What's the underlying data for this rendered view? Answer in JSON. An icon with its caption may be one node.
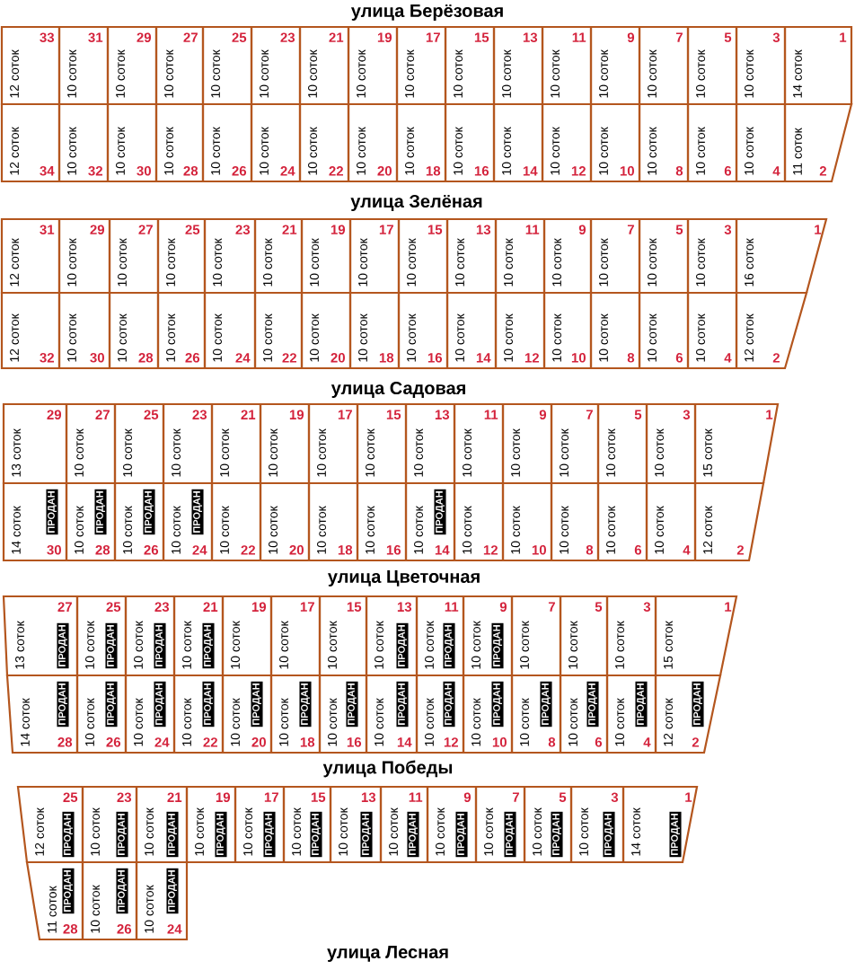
{
  "diagram": {
    "nodes": [
      {
        "text": [
          "33",
          "12 соток"
        ]
      },
      {
        "text": [
          "31",
          "10 соток"
        ]
      },
      {
        "text": [
          "29",
          "10 соток"
        ]
      },
      {
        "text": [
          "27",
          "10 соток"
        ]
      },
      {
        "text": [
          "25",
          "10 соток"
        ]
      },
      {
        "text": [
          "23",
          "10 соток"
        ]
      },
      {
        "text": [
          "21",
          "10 соток"
        ]
      },
      {
        "text": [
          "19",
          "10 соток"
        ]
      },
      {
        "text": [
          "17",
          "10 соток"
        ]
      },
      {
        "text": [
          "15",
          "10 соток"
        ]
      },
      {
        "text": [
          "13",
          "10 соток"
        ]
      },
      {
        "text": [
          "11",
          "10 соток"
        ]
      },
      {
        "text": [
          "9",
          "10 соток"
        ]
      },
      {
        "text": [
          "7",
          "10 соток"
        ]
      },
      {
        "text": [
          "5",
          "10 соток"
        ]
      },
      {
        "text": [
          "3",
          "10 соток"
        ]
      },
      {
        "text": [
          "1",
          "14 соток"
        ]
      },
      {
        "text": [
          "34",
          "12 соток"
        ]
      },
      {
        "text": [
          "32",
          "10 соток"
        ]
      },
      {
        "text": [
          "30",
          "10 соток"
        ]
      },
      {
        "text": [
          "28",
          "10 соток"
        ]
      },
      {
        "text": [
          "26",
          "10 соток"
        ]
      },
      {
        "text": [
          "24",
          "10 соток"
        ]
      },
      {
        "text": [
          "22",
          "10 соток"
        ]
      },
      {
        "text": [
          "20",
          "10 соток"
        ]
      },
      {
        "text": [
          "18",
          "10 соток"
        ]
      },
      {
        "text": [
          "16",
          "10 соток"
        ]
      },
      {
        "text": [
          "14",
          "10 соток"
        ]
      },
      {
        "text": [
          "12",
          "10 соток"
        ]
      },
      {
        "text": [
          "10",
          "10 соток"
        ]
      },
      {
        "text": [
          "8",
          "10 соток"
        ]
      },
      {
        "text": [
          "6",
          "10 соток"
        ]
      },
      {
        "text": [
          "4",
          "10 соток"
        ]
      },
      {
        "text": [
          "2",
          "11 соток"
        ]
      },
      {
        "text": [
          "31",
          "12 соток"
        ]
      },
      {
        "text": [
          "29",
          "10 соток"
        ]
      },
      {
        "text": [
          "27",
          "10 соток"
        ]
      },
      {
        "text": [
          "25",
          "10 соток"
        ]
      },
      {
        "text": [
          "23",
          "10 соток"
        ]
      },
      {
        "text": [
          "21",
          "10 соток"
        ]
      },
      {
        "text": [
          "19",
          "10 соток"
        ]
      },
      {
        "text": [
          "17",
          "10 соток"
        ]
      },
      {
        "text": [
          "15",
          "10 соток"
        ]
      },
      {
        "text": [
          "13",
          "10 соток"
        ]
      },
      {
        "text": [
          "11",
          "10 соток"
        ]
      },
      {
        "text": [
          "9",
          "10 соток"
        ]
      },
      {
        "text": [
          "7",
          "10 соток"
        ]
      },
      {
        "text": [
          "5",
          "10 соток"
        ]
      },
      {
        "text": [
          "3",
          "10 соток"
        ]
      },
      {
        "text": [
          "1",
          "16 соток"
        ]
      },
      {
        "text": [
          "32",
          "12 соток"
        ]
      },
      {
        "text": [
          "30",
          "10 соток"
        ]
      },
      {
        "text": [
          "28",
          "10 соток"
        ]
      },
      {
        "text": [
          "26",
          "10 соток"
        ]
      },
      {
        "text": [
          "24",
          "10 соток"
        ]
      },
      {
        "text": [
          "22",
          "10 соток"
        ]
      },
      {
        "text": [
          "20",
          "10 соток"
        ]
      },
      {
        "text": [
          "18",
          "10 соток"
        ]
      },
      {
        "text": [
          "16",
          "10 соток"
        ]
      },
      {
        "text": [
          "14",
          "10 соток"
        ]
      },
      {
        "text": [
          "12",
          "10 соток"
        ]
      },
      {
        "text": [
          "10",
          "10 соток"
        ]
      },
      {
        "text": [
          "8",
          "10 соток"
        ]
      },
      {
        "text": [
          "6",
          "10 соток"
        ]
      },
      {
        "text": [
          "4",
          "10 соток"
        ]
      },
      {
        "text": [
          "2",
          "12 соток"
        ]
      },
      {
        "text": [
          "29",
          "13 соток"
        ]
      },
      {
        "text": [
          "27",
          "10 соток"
        ]
      },
      {
        "text": [
          "25",
          "10 соток"
        ]
      },
      {
        "text": [
          "23",
          "10 соток"
        ]
      },
      {
        "text": [
          "21",
          "10 соток"
        ]
      },
      {
        "text": [
          "19",
          "10 соток"
        ]
      },
      {
        "text": [
          "17",
          "10 соток"
        ]
      },
      {
        "text": [
          "15",
          "10 соток"
        ]
      },
      {
        "text": [
          "13",
          "10 соток"
        ]
      },
      {
        "text": [
          "11",
          "10 соток"
        ]
      },
      {
        "text": [
          "9",
          "10 соток"
        ]
      },
      {
        "text": [
          "7",
          "10 соток"
        ]
      },
      {
        "text": [
          "5",
          "10 соток"
        ]
      },
      {
        "text": [
          "3",
          "10 соток"
        ]
      },
      {
        "text": [
          "1",
          "15 соток"
        ]
      },
      {
        "text": [
          "30",
          "14 соток",
          "ПРОДАН"
        ]
      },
      {
        "text": [
          "28",
          "10 соток",
          "ПРОДАН"
        ]
      },
      {
        "text": [
          "26",
          "10 соток",
          "ПРОДАН"
        ]
      },
      {
        "text": [
          "24",
          "10 соток",
          "ПРОДАН"
        ]
      },
      {
        "text": [
          "22",
          "10 соток"
        ]
      },
      {
        "text": [
          "20",
          "10 соток"
        ]
      },
      {
        "text": [
          "18",
          "10 соток"
        ]
      },
      {
        "text": [
          "16",
          "10 соток"
        ]
      },
      {
        "text": [
          "14",
          "10 соток",
          "ПРОДАН"
        ]
      },
      {
        "text": [
          "12",
          "10 соток"
        ]
      },
      {
        "text": [
          "10",
          "10 соток"
        ]
      },
      {
        "text": [
          "8",
          "10 соток"
        ]
      },
      {
        "text": [
          "6",
          "10 соток"
        ]
      },
      {
        "text": [
          "4",
          "10 соток"
        ]
      },
      {
        "text": [
          "2",
          "12 соток"
        ]
      },
      {
        "text": [
          "27",
          "13 соток",
          "ПРОДАН"
        ]
      },
      {
        "text": [
          "25",
          "10 соток",
          "ПРОДАН"
        ]
      },
      {
        "text": [
          "23",
          "10 соток",
          "ПРОДАН"
        ]
      },
      {
        "text": [
          "21",
          "10 соток",
          "ПРОДАН"
        ]
      },
      {
        "text": [
          "19",
          "10 соток"
        ]
      },
      {
        "text": [
          "17",
          "10 соток"
        ]
      },
      {
        "text": [
          "15",
          "10 соток"
        ]
      },
      {
        "text": [
          "13",
          "10 соток",
          "ПРОДАН"
        ]
      },
      {
        "text": [
          "11",
          "10 соток",
          "ПРОДАН"
        ]
      },
      {
        "text": [
          "9",
          "10 соток",
          "ПРОДАН"
        ]
      },
      {
        "text": [
          "7",
          "10 соток"
        ]
      },
      {
        "text": [
          "5",
          "10 соток"
        ]
      },
      {
        "text": [
          "3",
          "10 соток"
        ]
      },
      {
        "text": [
          "1",
          "15 соток"
        ]
      },
      {
        "text": [
          "28",
          "14 соток",
          "ПРОДАН"
        ]
      },
      {
        "text": [
          "26",
          "10 соток",
          "ПРОДАН"
        ]
      },
      {
        "text": [
          "24",
          "10 соток",
          "ПРОДАН"
        ]
      },
      {
        "text": [
          "22",
          "10 соток",
          "ПРОДАН"
        ]
      },
      {
        "text": [
          "20",
          "10 соток",
          "ПРОДАН"
        ]
      },
      {
        "text": [
          "18",
          "10 соток",
          "ПРОДАН"
        ]
      },
      {
        "text": [
          "16",
          "10 соток",
          "ПРОДАН"
        ]
      },
      {
        "text": [
          "14",
          "10 соток",
          "ПРОДАН"
        ]
      },
      {
        "text": [
          "12",
          "10 соток",
          "ПРОДАН"
        ]
      },
      {
        "text": [
          "10",
          "10 соток",
          "ПРОДАН"
        ]
      },
      {
        "text": [
          "8",
          "10 соток",
          "ПРОДАН"
        ]
      },
      {
        "text": [
          "6",
          "10 соток",
          "ПРОДАН"
        ]
      },
      {
        "text": [
          "4",
          "10 соток",
          "ПРОДАН"
        ]
      },
      {
        "text": [
          "2",
          "12 соток",
          "ПРОДАН"
        ]
      },
      {
        "text": [
          "25",
          "12 соток",
          "ПРОДАН"
        ]
      },
      {
        "text": [
          "23",
          "10 соток",
          "ПРОДАН"
        ]
      },
      {
        "text": [
          "21",
          "10 соток",
          "ПРОДАН"
        ]
      },
      {
        "text": [
          "19",
          "10 соток",
          "ПРОДАН"
        ]
      },
      {
        "text": [
          "17",
          "10 соток",
          "ПРОДАН"
        ]
      },
      {
        "text": [
          "15",
          "10 соток",
          "ПРОДАН"
        ]
      },
      {
        "text": [
          "13",
          "10 соток",
          "ПРОДАН"
        ]
      },
      {
        "text": [
          "11",
          "10 соток",
          "ПРОДАН"
        ]
      },
      {
        "text": [
          "9",
          "10 соток",
          "ПРОДАН"
        ]
      },
      {
        "text": [
          "7",
          "10 соток",
          "ПРОДАН"
        ]
      },
      {
        "text": [
          "5",
          "10 соток",
          "ПРОДАН"
        ]
      },
      {
        "text": [
          "3",
          "10 соток",
          "ПРОДАН"
        ]
      },
      {
        "text": [
          "1",
          "14 соток",
          "ПРОДАН"
        ]
      },
      {
        "text": [
          "28",
          "11 соток",
          "ПРОДАН"
        ]
      },
      {
        "text": [
          "26",
          "10 соток",
          "ПРОДАН"
        ]
      },
      {
        "text": [
          "24",
          "10 соток",
          "ПРОДАН"
        ]
      }
    ],
    "labels": [
      "улица Берёзовая",
      "улица Зелёная",
      "улица Садовая",
      "улица Цветочная",
      "улица Победы",
      "улица Лесная"
    ]
  }
}
